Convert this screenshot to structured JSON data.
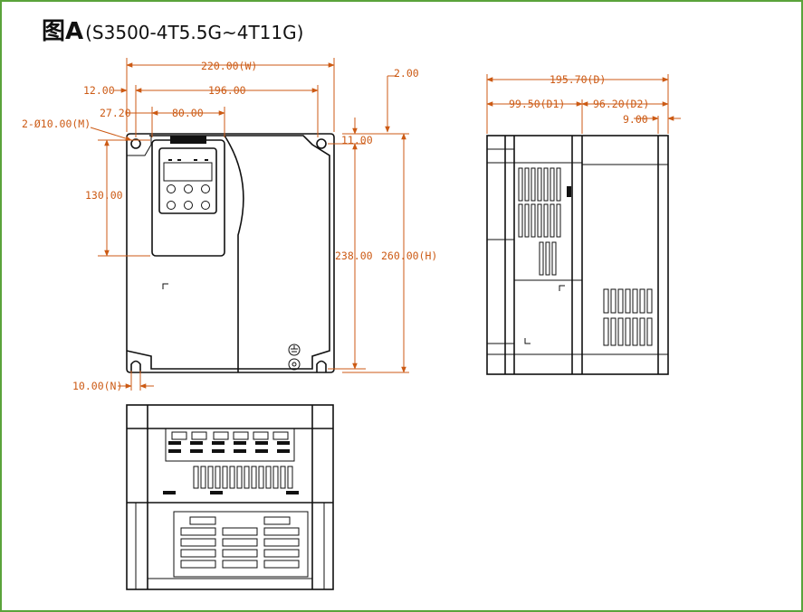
{
  "figure": {
    "label": "图A",
    "model": "(S3500-4T5.5G~4T11G)"
  },
  "colors": {
    "frame": "#5aa33b",
    "dimension": "#cc5a14",
    "outline": "#111111"
  },
  "front_view": {
    "dims": {
      "w": "220.00(W)",
      "w_inner": "196.00",
      "left_margin": "12.00",
      "keypad_offset": "27.20",
      "keypad_width": "80.00",
      "hole": "2-Ø10.00(M)",
      "keypad_height": "130.00",
      "top_gap": "2.00",
      "hole_offset": "11.00",
      "h_inner": "238.00",
      "h": "260.00(H)",
      "n": "10.00(N)"
    }
  },
  "side_view": {
    "dims": {
      "d": "195.70(D)",
      "d1": "99.50(D1)",
      "d2": "96.20(D2)",
      "lip": "9.00"
    }
  }
}
